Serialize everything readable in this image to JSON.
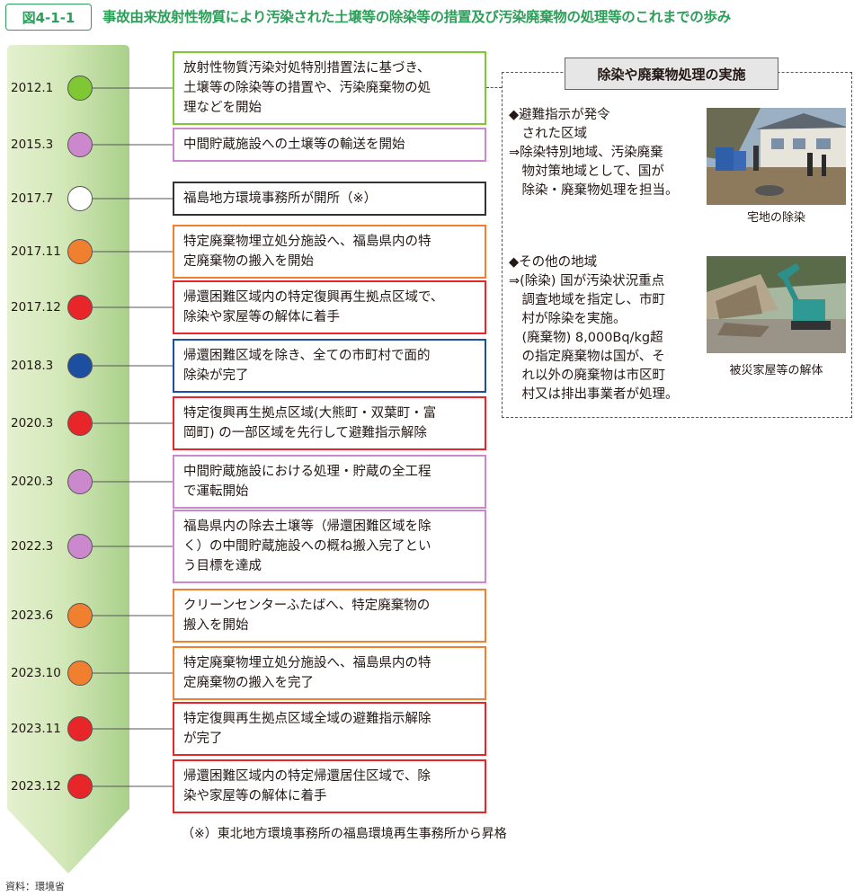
{
  "figure": {
    "number": "図4-1-1",
    "title": "事故由来放射性物質により汚染された土壌等の除染等の措置及び汚染廃棄物の処理等のこれまでの歩み"
  },
  "colors": {
    "green_dot": "#7fc733",
    "pink_dot": "#cc88cc",
    "white_dot": "#ffffff",
    "orange_dot": "#f08030",
    "red_dot": "#e8262a",
    "blue_dot": "#1c4fa0",
    "title_green": "#2e9e5a"
  },
  "timeline": [
    {
      "date": "2012.1",
      "color": "#7fc733",
      "border": "#7fc733",
      "lines": [
        "放射性物質汚染対処特別措置法に基づき、",
        "土壌等の除染等の措置や、汚染廃棄物の処",
        "理などを開始"
      ]
    },
    {
      "date": "2015.3",
      "color": "#cc88cc",
      "border": "#cc88cc",
      "lines": [
        "中間貯蔵施設への土壌等の輸送を開始"
      ]
    },
    {
      "date": "2017.7",
      "color": "#ffffff",
      "border": "#333333",
      "lines": [
        "福島地方環境事務所が開所（※）"
      ]
    },
    {
      "date": "2017.11",
      "color": "#f08030",
      "border": "#f08030",
      "lines": [
        "特定廃棄物埋立処分施設へ、福島県内の特",
        "定廃棄物の搬入を開始"
      ]
    },
    {
      "date": "2017.12",
      "color": "#e8262a",
      "border": "#e8262a",
      "lines": [
        "帰還困難区域内の特定復興再生拠点区域で、",
        "除染や家屋等の解体に着手"
      ]
    },
    {
      "date": "2018.3",
      "color": "#1c4fa0",
      "border": "#1c4fa0",
      "lines": [
        "帰還困難区域を除き、全ての市町村で面的",
        "除染が完了"
      ]
    },
    {
      "date": "2020.3",
      "color": "#e8262a",
      "border": "#e8262a",
      "lines": [
        "特定復興再生拠点区域(大熊町・双葉町・富",
        "岡町) の一部区域を先行して避難指示解除"
      ]
    },
    {
      "date": "2020.3",
      "color": "#cc88cc",
      "border": "#cc88cc",
      "lines": [
        "中間貯蔵施設における処理・貯蔵の全工程",
        "で運転開始"
      ]
    },
    {
      "date": "2022.3",
      "color": "#cc88cc",
      "border": "#cc88cc",
      "lines": [
        "福島県内の除去土壌等（帰還困難区域を除",
        "く）の中間貯蔵施設への概ね搬入完了とい",
        "う目標を達成"
      ]
    },
    {
      "date": "2023.6",
      "color": "#f08030",
      "border": "#f08030",
      "lines": [
        "クリーンセンターふたばへ、特定廃棄物の",
        "搬入を開始"
      ]
    },
    {
      "date": "2023.10",
      "color": "#f08030",
      "border": "#f08030",
      "lines": [
        "特定廃棄物埋立処分施設へ、福島県内の特",
        "定廃棄物の搬入を完了"
      ]
    },
    {
      "date": "2023.11",
      "color": "#e8262a",
      "border": "#e8262a",
      "lines": [
        "特定復興再生拠点区域全域の避難指示解除",
        "が完了"
      ]
    },
    {
      "date": "2023.12",
      "color": "#e8262a",
      "border": "#e8262a",
      "lines": [
        "帰還困難区域内の特定帰還居住区域で、除",
        "染や家屋等の解体に着手"
      ]
    }
  ],
  "note": "（※）東北地方環境事務所の福島環境再生事務所から昇格",
  "source": "資料：環境省",
  "panel": {
    "header": "除染や廃棄物処理の実施",
    "section1": [
      "◆避難指示が発令",
      "　された区域",
      "⇒除染特別地域、汚染廃棄",
      "　物対策地域として、国が",
      "　除染・廃棄物処理を担当。"
    ],
    "photo1_caption": "宅地の除染",
    "section2": [
      "◆その他の地域",
      "⇒(除染) 国が汚染状況重点",
      "　調査地域を指定し、市町",
      "　村が除染を実施。",
      "　(廃棄物) 8,000Bq/kg超",
      "　の指定廃棄物は国が、そ",
      "　れ以外の廃棄物は市区町",
      "　村又は排出事業者が処理。"
    ],
    "photo2_caption": "被災家屋等の解体"
  }
}
